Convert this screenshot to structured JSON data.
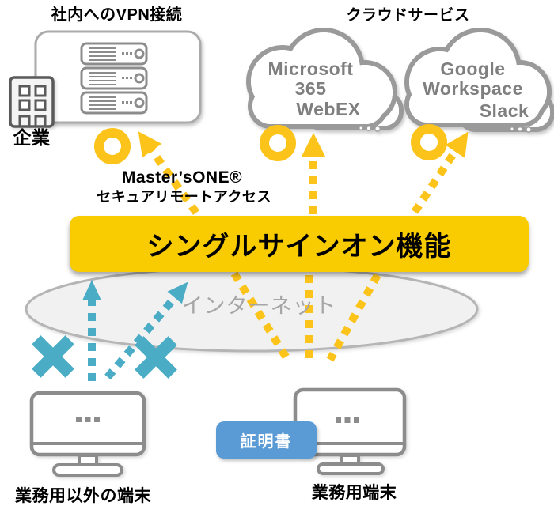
{
  "diagram": {
    "vpn": {
      "title": "社内へのVPN接続"
    },
    "company": {
      "label": "企業"
    },
    "cloud_services": {
      "title": "クラウドサービス",
      "microsoft_cloud": {
        "line1": "Microsoft",
        "line2": "365",
        "sub_label": "WebEX"
      },
      "google_cloud": {
        "line1": "Google",
        "line2": "Workspace",
        "sub_label": "Slack"
      }
    },
    "product": {
      "name": "Master’sONE®",
      "subtitle": "セキュアリモートアクセス"
    },
    "sso_banner": {
      "label": "シングルサインオン機能"
    },
    "internet": {
      "label": "インターネット"
    },
    "certificate": {
      "label": "証明書"
    },
    "terminals": {
      "non_business_label": "業務用以外の端末",
      "business_label": "業務用端末"
    }
  },
  "colors": {
    "banner_yellow": "#F8CC00",
    "arrow_yellow": "#FCC41A",
    "blocked_blue": "#4BACC6",
    "certificate_blue": "#5B9BD5",
    "internet_gray": "#A6A6A6",
    "outline_gray": "#8C8C8C"
  }
}
